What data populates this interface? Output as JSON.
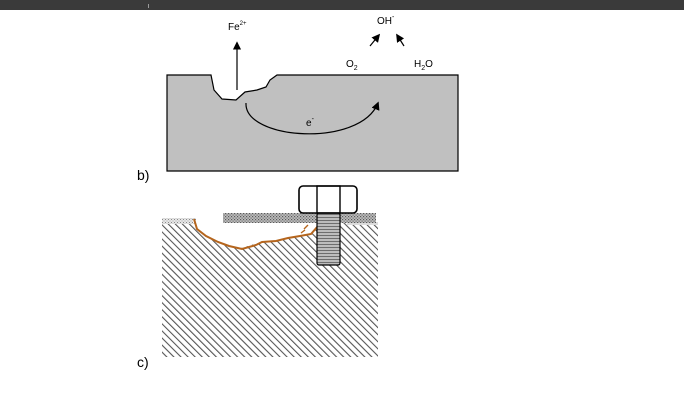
{
  "diagram_b": {
    "panel_label": "b)",
    "fe_ion": {
      "symbol": "Fe",
      "charge": "2+"
    },
    "hydroxide": {
      "symbol": "OH",
      "charge": "-"
    },
    "oxygen": {
      "symbol": "O",
      "sub": "2"
    },
    "water": {
      "pre": "H",
      "sub": "2",
      "post": "O"
    },
    "electron": {
      "symbol": "e",
      "charge": "-"
    }
  },
  "diagram_c": {
    "panel_label": "c)"
  },
  "colors": {
    "topbar": "#3a3a3a",
    "metal_fill": "#c0c0c0",
    "rust": "#b5651d",
    "hatch": "#555555"
  }
}
